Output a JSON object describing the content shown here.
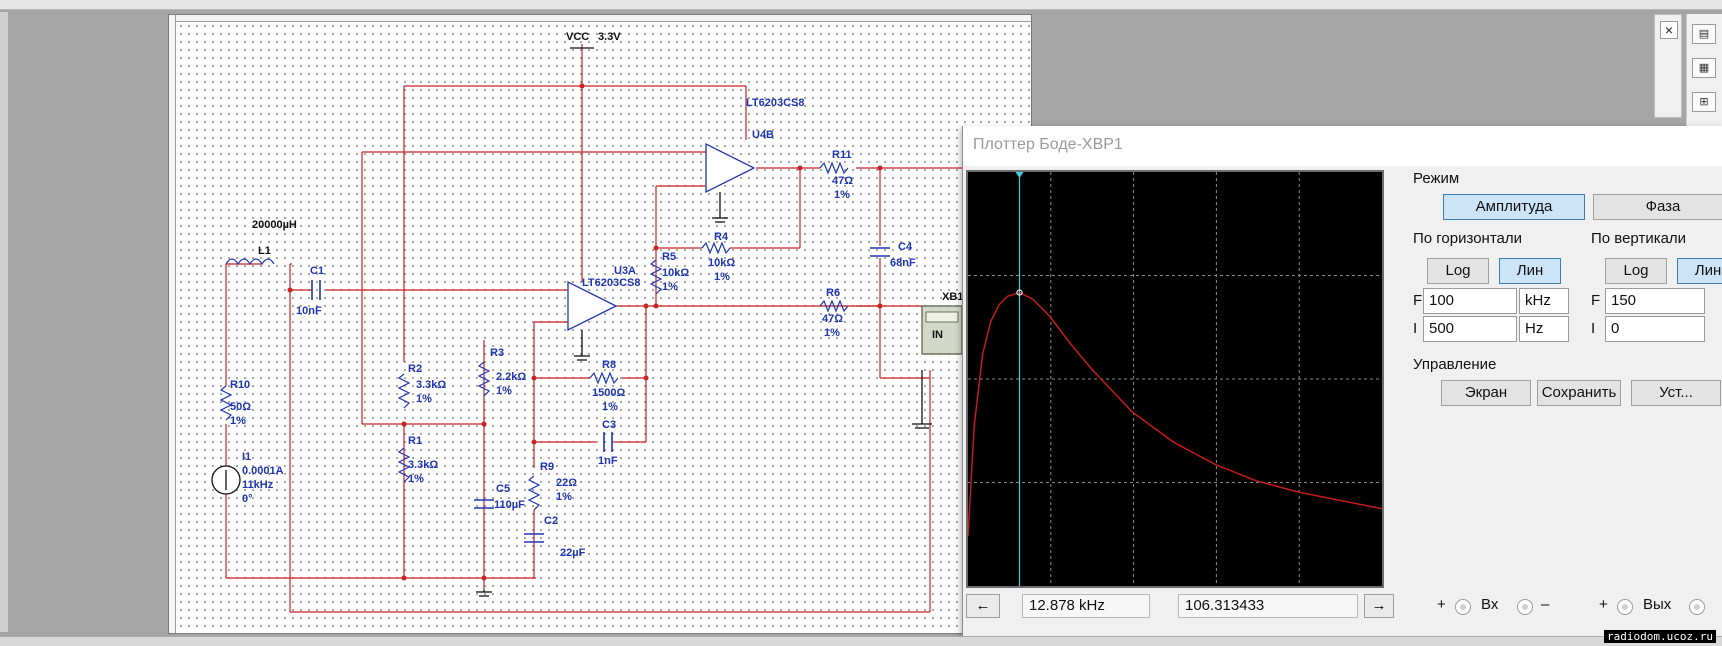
{
  "schematic": {
    "vcc": {
      "name": "VCC",
      "value": "3.3V"
    },
    "opamps": [
      {
        "ref": "U4B",
        "model": "LT6203CS8"
      },
      {
        "ref": "U3A",
        "model": "LT6203CS8"
      }
    ],
    "inductor": {
      "ref": "L1",
      "value": "20000µH"
    },
    "source": {
      "ref": "I1",
      "line1": "0.0001A",
      "line2": "11kHz",
      "line3": "0°"
    },
    "components": [
      {
        "ref": "C1",
        "value": "10nF",
        "tol": ""
      },
      {
        "ref": "R10",
        "value": "50Ω",
        "tol": "1%"
      },
      {
        "ref": "R2",
        "value": "3.3kΩ",
        "tol": "1%"
      },
      {
        "ref": "R1",
        "value": "3.3kΩ",
        "tol": "1%"
      },
      {
        "ref": "R3",
        "value": "2.2kΩ",
        "tol": "1%"
      },
      {
        "ref": "C5",
        "value": "110µF",
        "tol": ""
      },
      {
        "ref": "R9",
        "value": "22Ω",
        "tol": "1%"
      },
      {
        "ref": "C2",
        "value": "22µF",
        "tol": ""
      },
      {
        "ref": "R8",
        "value": "1500Ω",
        "tol": "1%"
      },
      {
        "ref": "C3",
        "value": "1nF",
        "tol": ""
      },
      {
        "ref": "R5",
        "value": "10kΩ",
        "tol": "1%"
      },
      {
        "ref": "R4",
        "value": "10kΩ",
        "tol": "1%"
      },
      {
        "ref": "R11",
        "value": "47Ω",
        "tol": "1%"
      },
      {
        "ref": "R6",
        "value": "47Ω",
        "tol": "1%"
      },
      {
        "ref": "C4",
        "value": "68nF",
        "tol": ""
      }
    ],
    "instrument": {
      "ref": "XB1",
      "port": "IN"
    }
  },
  "bode": {
    "title": "Плоттер Боде-XBP1",
    "mode_label": "Режим",
    "mode_buttons": [
      {
        "label": "Амплитуда",
        "active": true
      },
      {
        "label": "Фаза",
        "active": false
      }
    ],
    "horizontal": {
      "label": "По горизонтали",
      "log": "Log",
      "lin": "Лин",
      "active": "lin",
      "f_label": "F",
      "f_value": "100",
      "f_unit": "kHz",
      "i_label": "I",
      "i_value": "500",
      "i_unit": "Hz"
    },
    "vertical": {
      "label": "По вертикали",
      "log": "Log",
      "lin": "Лин",
      "active": "lin",
      "f_label": "F",
      "f_value": "150",
      "i_label": "I",
      "i_value": "0"
    },
    "control": {
      "label": "Управление",
      "buttons": [
        "Экран",
        "Сохранить",
        "Уст..."
      ]
    },
    "ports": {
      "in_label": "Вх",
      "out_label": "Вых",
      "plus": "+",
      "minus": "–"
    },
    "cursor": {
      "freq": "12.878 kHz",
      "value": "106.313433"
    },
    "nav": {
      "left": "←",
      "right": "→"
    },
    "colors": {
      "plot_bg": "#000000",
      "curve": "#d11a1a",
      "cursor": "#3fd0d9"
    },
    "chart_data": {
      "type": "line",
      "title": "",
      "xlabel": "",
      "ylabel": "",
      "xlim": [
        0.5,
        100
      ],
      "x_unit": "kHz",
      "ylim": [
        0,
        150
      ],
      "grid": true,
      "series": [
        {
          "x": [
            0.5,
            2,
            4,
            6,
            8,
            10,
            12.878,
            16,
            20,
            25,
            30,
            40,
            50,
            60,
            70,
            80,
            90,
            100
          ],
          "values": [
            18,
            58,
            84,
            96,
            102,
            105,
            106.3,
            104,
            98,
            88,
            79,
            63,
            52,
            44,
            38,
            34,
            31,
            28
          ]
        }
      ]
    }
  },
  "watermark": "radiodom.ucoz.ru"
}
